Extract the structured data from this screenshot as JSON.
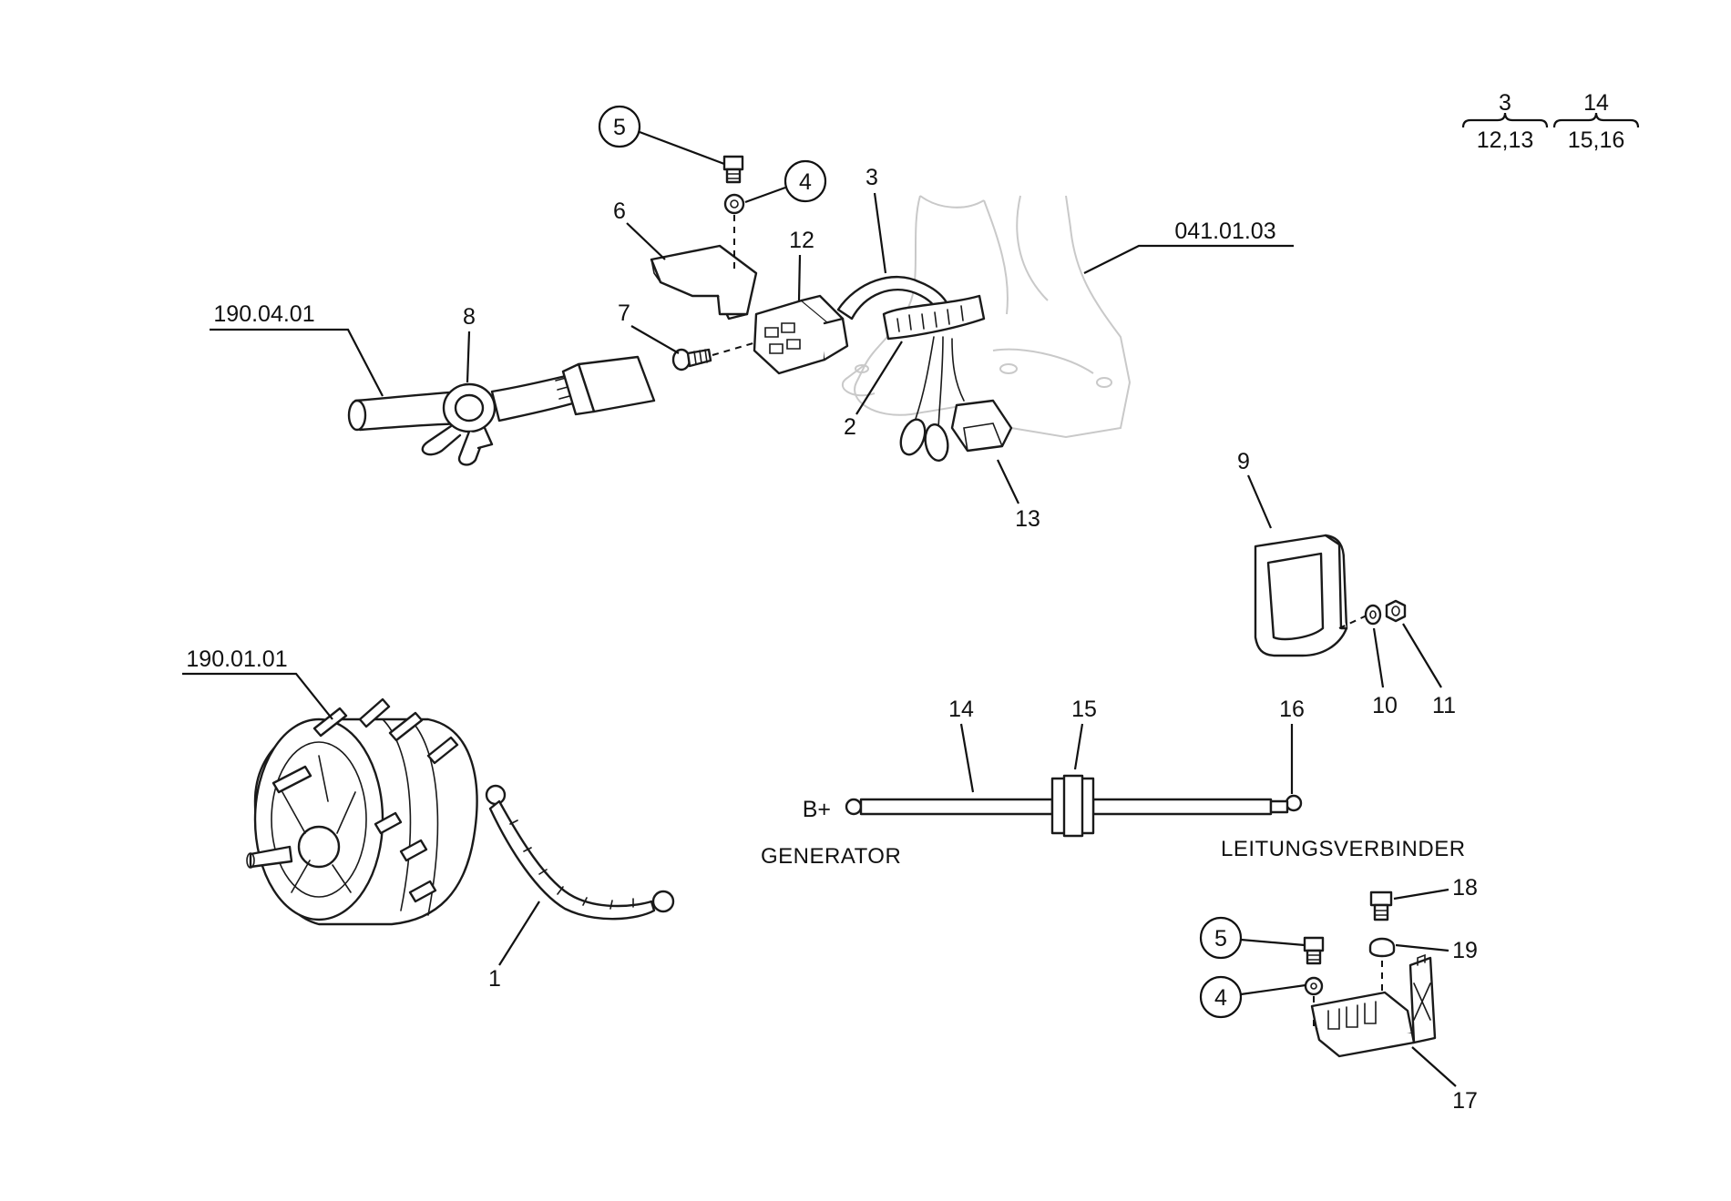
{
  "references": {
    "engine_block": "041.01.03",
    "wiring_harness": "190.04.01",
    "alternator": "190.01.01"
  },
  "set_groups": [
    {
      "head": "3",
      "members": "12,13"
    },
    {
      "head": "14",
      "members": "15,16"
    }
  ],
  "wire_labels": {
    "b_plus": "B+",
    "generator": "GENERATOR",
    "connector": "LEITUNGSVERBINDER"
  },
  "part_numbers": {
    "p1": "1",
    "p2": "2",
    "p3": "3",
    "p4_top": "4",
    "p5_top": "5",
    "p6": "6",
    "p7": "7",
    "p8": "8",
    "p9": "9",
    "p10": "10",
    "p11": "11",
    "p12": "12",
    "p13": "13",
    "p14": "14",
    "p15": "15",
    "p16": "16",
    "p17": "17",
    "p18": "18",
    "p19": "19",
    "p4_bottom": "4",
    "p5_bottom": "5"
  }
}
